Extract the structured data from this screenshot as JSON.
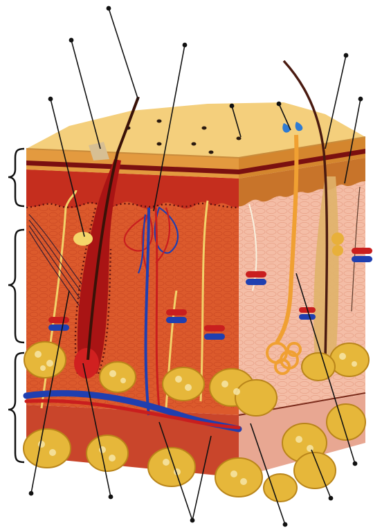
{
  "figure": {
    "kind": "skin cross-section diagram (unlabeled)",
    "label_texts": [],
    "layer_brackets": 3,
    "leader_lines": 15
  },
  "colors": {
    "background": "#ffffff",
    "epidermis_top": "#f4cf7c",
    "epidermis_side": "#d6862e",
    "stratum_band": "#7a1010",
    "dermis_front": "#d9552a",
    "dermis_side": "#f3b8a0",
    "hypodermis": "#c8452a",
    "fat": "#e6b73a",
    "fat_shadow": "#b9851a",
    "artery": "#d11f1f",
    "vein": "#1f3fb0",
    "nerve": "#f2d26a",
    "sweat_gland": "#f0a032",
    "hair": "#4a1a10",
    "leader": "#111111"
  }
}
